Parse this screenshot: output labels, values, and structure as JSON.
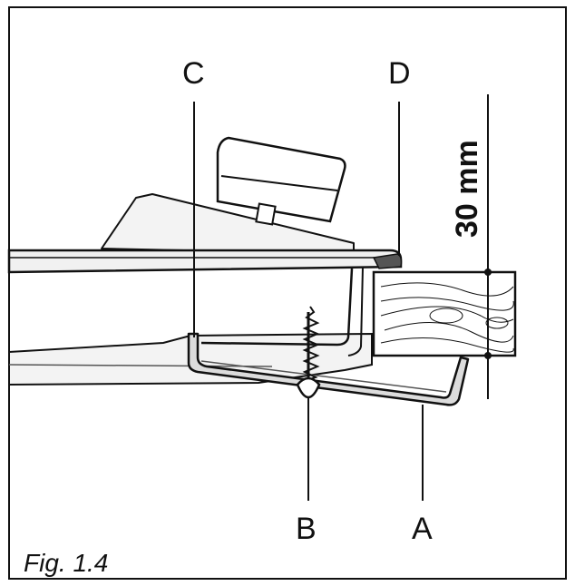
{
  "labels": {
    "a": "A",
    "b": "B",
    "c": "C",
    "d": "D"
  },
  "dimension": "30 mm",
  "caption": "Fig. 1.4",
  "colors": {
    "line": "#111111",
    "light_gray": "#f1f1f1",
    "mid_gray": "#dcdcdc",
    "dark_gray": "#555555",
    "wood": "#ffffff"
  }
}
